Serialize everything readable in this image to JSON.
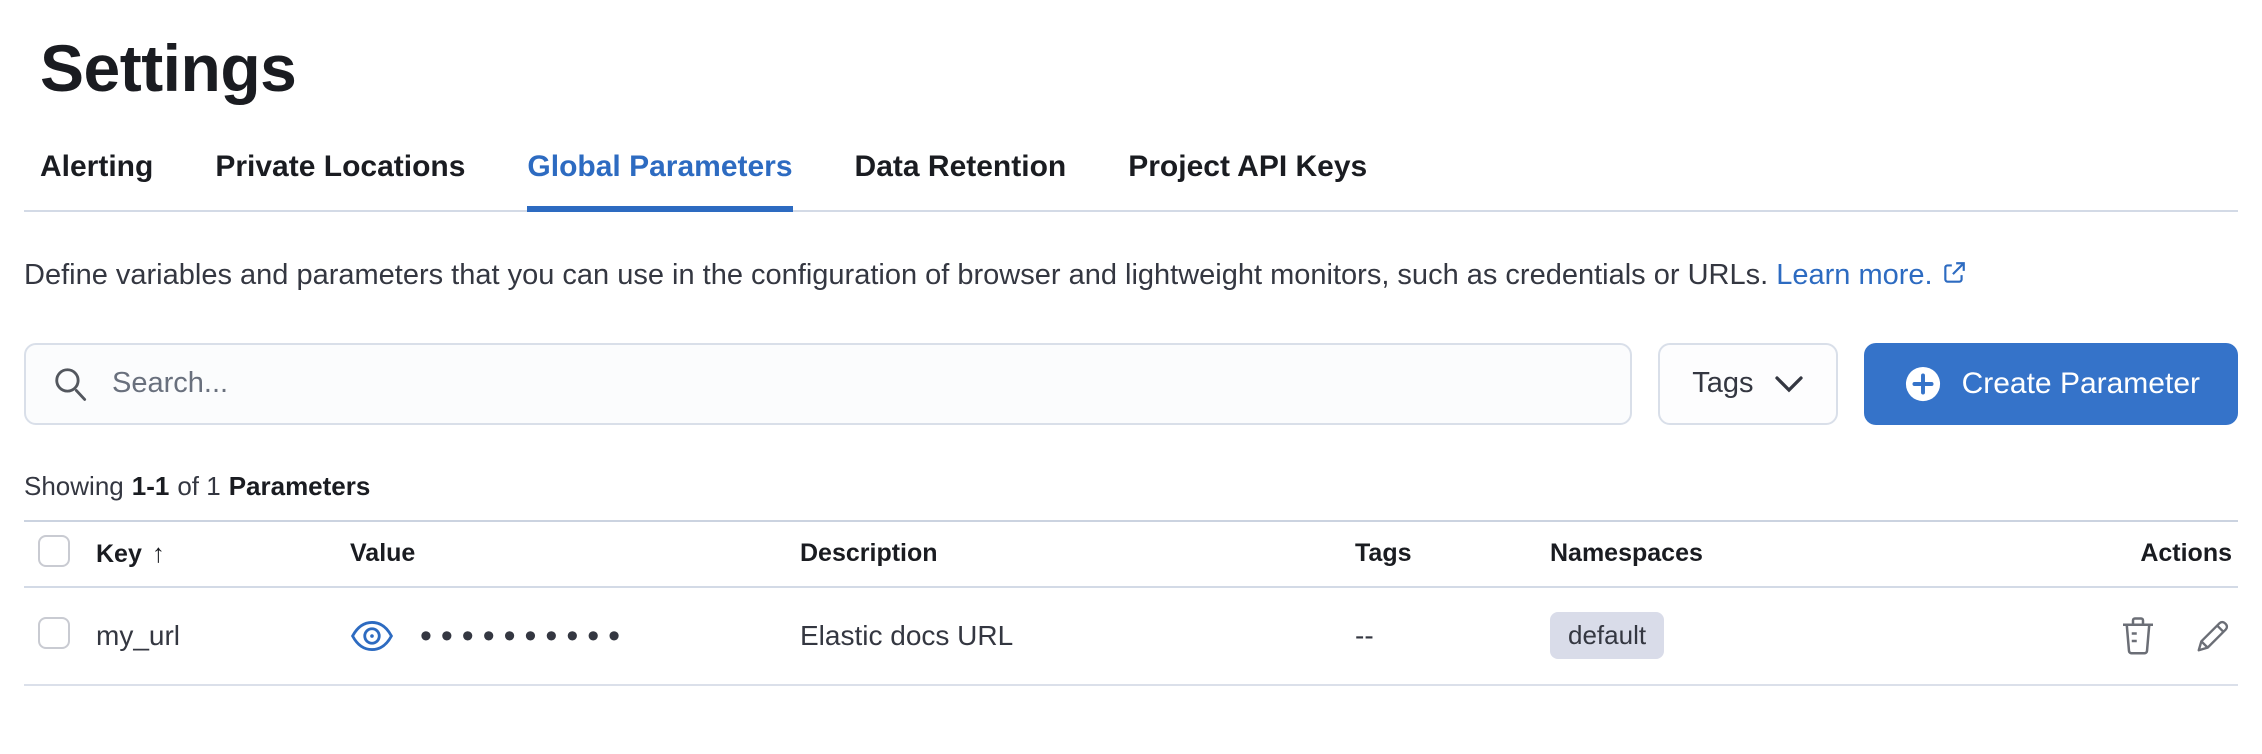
{
  "page": {
    "title": "Settings"
  },
  "tabs": [
    {
      "label": "Alerting",
      "active": false
    },
    {
      "label": "Private Locations",
      "active": false
    },
    {
      "label": "Global Parameters",
      "active": true
    },
    {
      "label": "Data Retention",
      "active": false
    },
    {
      "label": "Project API Keys",
      "active": false
    }
  ],
  "description": {
    "text": "Define variables and parameters that you can use in the configuration of browser and lightweight monitors, such as credentials or URLs.",
    "link_label": "Learn more."
  },
  "toolbar": {
    "search_placeholder": "Search...",
    "tags_label": "Tags",
    "create_label": "Create Parameter"
  },
  "summary": {
    "showing": "Showing",
    "range": "1-1",
    "of": "of 1",
    "entity": "Parameters"
  },
  "table": {
    "columns": {
      "key": "Key",
      "value": "Value",
      "description": "Description",
      "tags": "Tags",
      "namespaces": "Namespaces",
      "actions": "Actions"
    },
    "sort": {
      "column": "Key",
      "direction": "ascending",
      "glyph": "↑"
    },
    "rows": [
      {
        "key": "my_url",
        "value_masked": "••••••••••",
        "description": "Elastic docs URL",
        "tags": "--",
        "namespace": "default"
      }
    ]
  },
  "colors": {
    "primary_button_blue": "#3573c9",
    "link_blue": "#2d6bc1",
    "active_tab_blue": "#2d6bc1",
    "badge_background": "#d9dce9",
    "divider_gray": "#d3dae6"
  }
}
